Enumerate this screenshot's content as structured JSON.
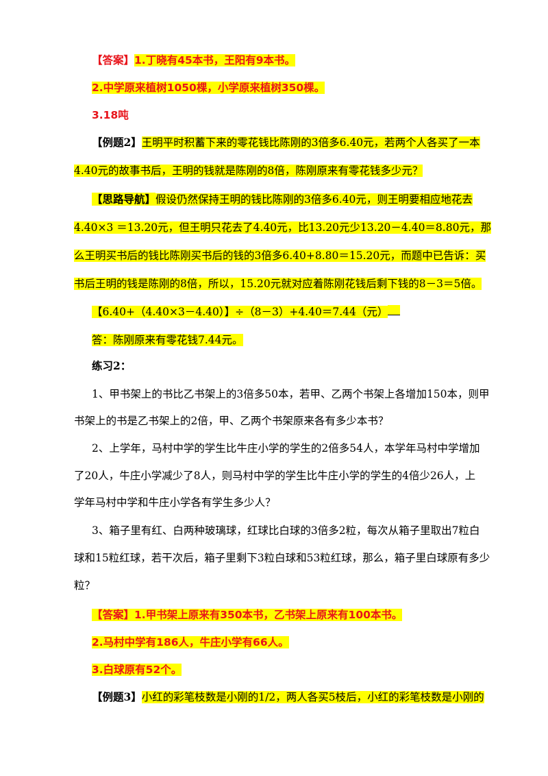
{
  "answers1": {
    "tag": "【答案】",
    "a1": "1.丁晓有45本书，王阳有9本书。",
    "a2": "2.中学原来植树1050棵，小学原来植树350棵。",
    "a3": "3.18吨"
  },
  "example2": {
    "tag": "【例题2】",
    "line1": "王明平时积蓄下来的零花钱比陈刚的3倍多6.40元，若两个人各买了一本",
    "line2": "4.40元的故事书后，王明的钱就是陈刚的8倍，陈刚原来有零花钱多少元？"
  },
  "guide": {
    "tag": "【思路导航】",
    "line1": "假设仍然保持王明的钱比陈刚的3倍多6.40元，则王明要相应地花去",
    "line2": "4.40×3 ＝13.20元，但王明只花去了4.40元，比13.20元少13.20－4.40＝8.80元，那",
    "line3": "么王明买书后的钱比陈刚买书后的钱的3倍多6.40+8.80＝15.20元，而题中已告诉：买",
    "line4": "书后王明的钱是陈刚的8倍，所以，15.20元就对应着陈刚花钱后剩下钱的8－3＝5倍。",
    "formula": "【6.40+（4.40×3－4.40）】÷（8－3）+4.40＝7.44（元）",
    "answer": "答：陈刚原来有零花钱7.44元。"
  },
  "practice2": {
    "title": "练习2：",
    "q1_l1": "1、甲书架上的书比乙书架上的3倍多50本，若甲、乙两个书架上各增加150本，则甲",
    "q1_l2": "书架上的书是乙书架上的2倍，甲、乙两个书架原来各有多少本书？",
    "q2_l1": "2、上学年，马村中学的学生比牛庄小学的学生的2倍多54人，本学年马村中学增加",
    "q2_l2": "了20人，牛庄小学减少了8人，则马村中学的学生比牛庄小学的学生的4倍少26人，上",
    "q2_l3": "学年马村中学和牛庄小学各有学生多少人？",
    "q3_l1": "3、箱子里有红、白两种玻璃球，红球比白球的3倍多2粒，每次从箱子里取出7粒白",
    "q3_l2": "球和15粒红球，若干次后，箱子里剩下3粒白球和53粒红球，那么，箱子里白球原有多少",
    "q3_l3": "粒？"
  },
  "answers2": {
    "tag": "【答案】",
    "a1": "1.甲书架上原来有350本书，乙书架上原来有100本书。",
    "a2": "2.马村中学有186人，牛庄小学有66人。",
    "a3": "3.白球原有52个。"
  },
  "example3": {
    "tag": "【例题3】",
    "line1": "小红的彩笔枝数是小刚的1/2，两人各买5枝后，小红的彩笔枝数是小刚的"
  }
}
